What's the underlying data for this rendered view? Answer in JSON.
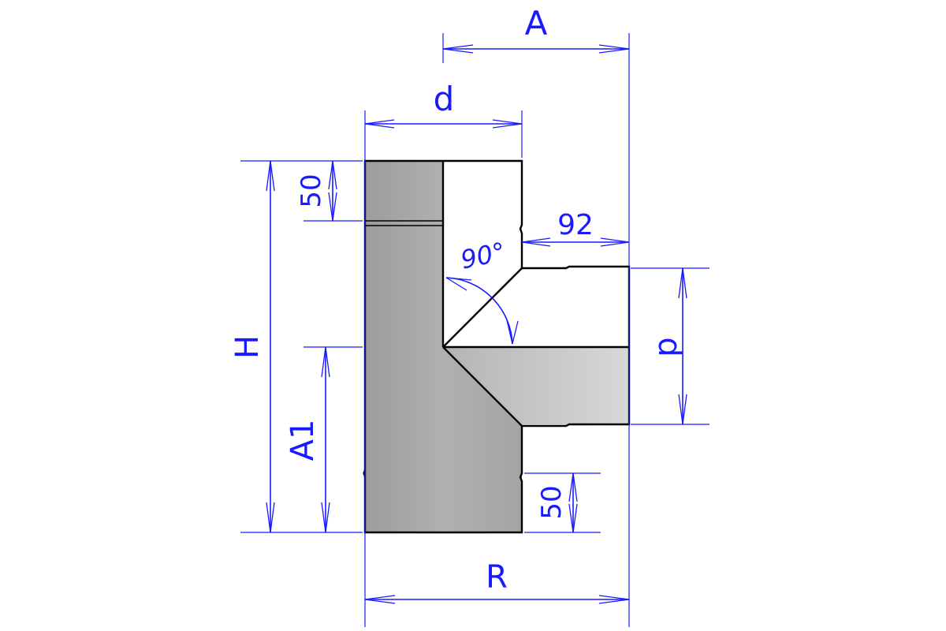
{
  "labels": {
    "a": "A",
    "d_top": "d",
    "d_right": "d",
    "h": "H",
    "a1": "A1",
    "r": "R",
    "dim_50_top": "50",
    "dim_50_bottom": "50",
    "dim_92": "92",
    "angle": "90°"
  },
  "colors": {
    "dimension": "#1a1aff",
    "outline": "#000000",
    "fill_dark": "#a8a8a8",
    "fill_light": "#d9d9d9",
    "background": "#ffffff"
  }
}
